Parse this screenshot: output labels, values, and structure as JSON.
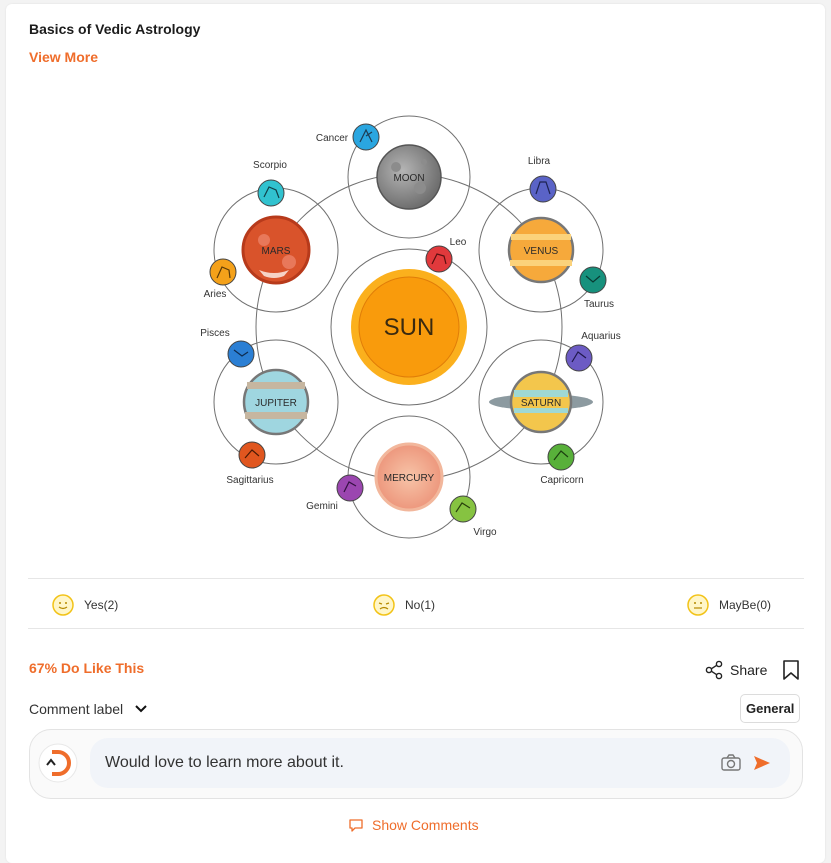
{
  "post": {
    "title": "Basics of Vedic Astrology",
    "view_more": "View More"
  },
  "diagram": {
    "center": "SUN",
    "planets": [
      "MOON",
      "VENUS",
      "SATURN",
      "MERCURY",
      "JUPITER",
      "MARS"
    ],
    "signs": [
      "Cancer",
      "Libra",
      "Scorpio",
      "Leo",
      "Aries",
      "Taurus",
      "Pisces",
      "Aquarius",
      "Sagittarius",
      "Capricorn",
      "Gemini",
      "Virgo"
    ]
  },
  "reactions": [
    {
      "label": "Yes",
      "count": "(2)"
    },
    {
      "label": "No",
      "count": "(1)"
    },
    {
      "label": "MayBe",
      "count": "(0)"
    }
  ],
  "stats": {
    "like_percent": "67% Do Like This"
  },
  "actions": {
    "share": "Share"
  },
  "comment": {
    "label": "Comment label",
    "category": "General",
    "input_value": "Would love to learn more about it.",
    "show_comments": "Show Comments"
  },
  "colors": {
    "accent": "#ef6d2b",
    "sun": "#f99b0c"
  }
}
